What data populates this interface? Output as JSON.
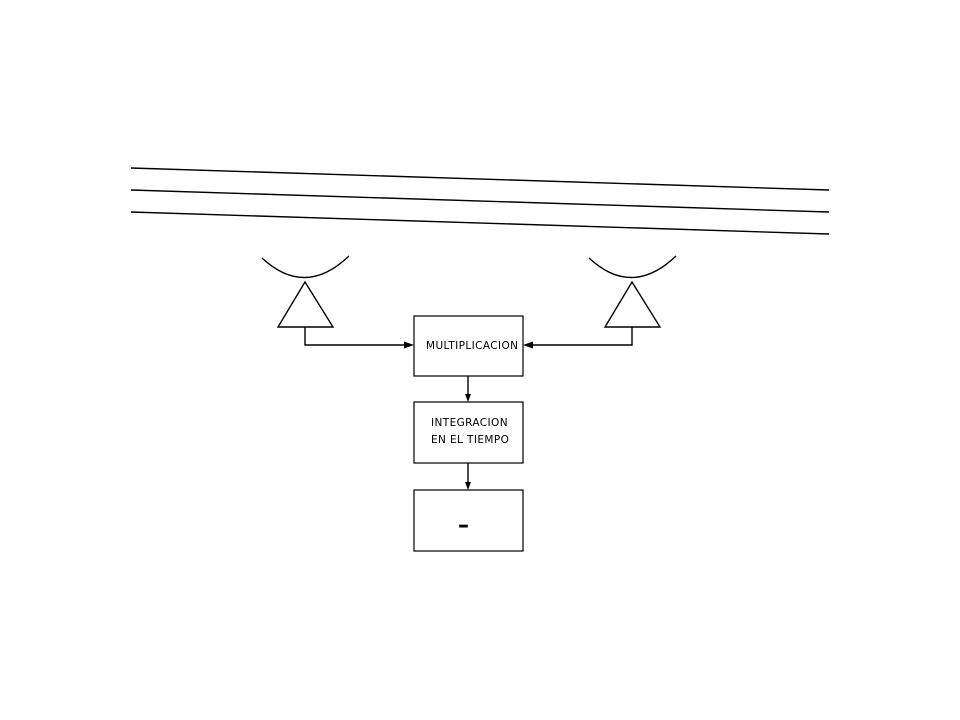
{
  "blocks": {
    "multiplication": {
      "label": "MULTIPLICACION"
    },
    "integration": {
      "line1": "INTEGRACION",
      "line2": "EN EL TIEMPO"
    },
    "output": {
      "label": "–"
    }
  }
}
